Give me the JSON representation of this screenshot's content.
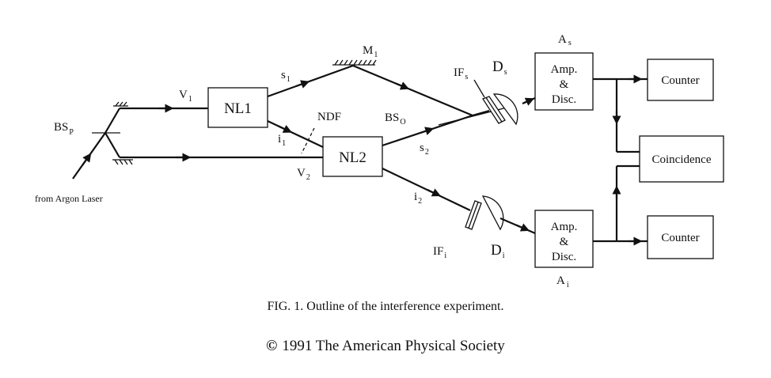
{
  "labels": {
    "nl1": "NL1",
    "nl2": "NL2",
    "bsp_main": "BS",
    "bsp_sub": "P",
    "v1_main": "V",
    "v1_sub": "1",
    "v2_main": "V",
    "v2_sub": "2",
    "s1_main": "s",
    "s1_sub": "1",
    "s2_main": "s",
    "s2_sub": "2",
    "i1_main": "i",
    "i1_sub": "1",
    "i2_main": "i",
    "i2_sub": "2",
    "m1_main": "M",
    "m1_sub": "1",
    "ndf": "NDF",
    "bso_main": "BS",
    "bso_sub": "O",
    "ifs_main": "IF",
    "ifs_sub": "s",
    "ifi_main": "IF",
    "ifi_sub": "i",
    "ds_main": "D",
    "ds_sub": "s",
    "di_main": "D",
    "di_sub": "i",
    "as_main": "A",
    "as_sub": "s",
    "ai_main": "A",
    "ai_sub": "i",
    "source": "from Argon Laser"
  },
  "boxes": {
    "amp_top": [
      "Amp.",
      "&",
      "Disc."
    ],
    "amp_bot": [
      "Amp.",
      "&",
      "Disc."
    ],
    "counter_top": "Counter",
    "counter_bot": "Counter",
    "coincidence": "Coincidence"
  },
  "caption": "FIG. 1.  Outline of the interference experiment.",
  "copyright": {
    "symbol": "©",
    "text": "1991 The American Physical Society"
  }
}
